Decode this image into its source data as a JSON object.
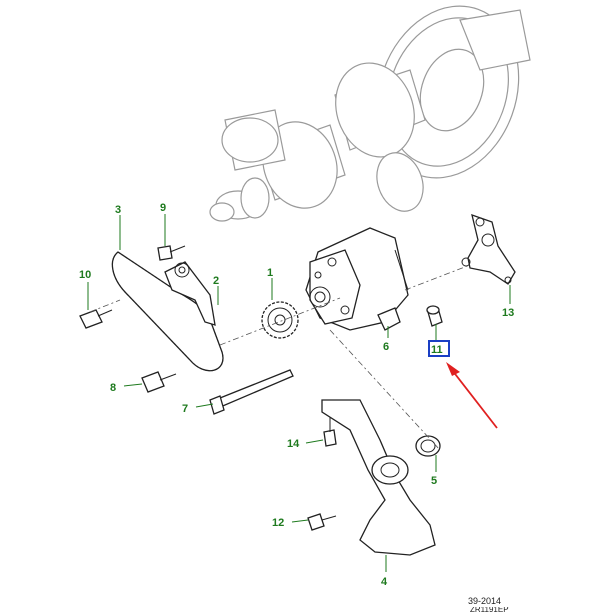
{
  "diagram": {
    "callouts": [
      {
        "id": "1",
        "label": "1"
      },
      {
        "id": "2",
        "label": "2"
      },
      {
        "id": "3",
        "label": "3"
      },
      {
        "id": "4",
        "label": "4"
      },
      {
        "id": "5",
        "label": "5"
      },
      {
        "id": "6",
        "label": "6"
      },
      {
        "id": "7",
        "label": "7"
      },
      {
        "id": "8",
        "label": "8"
      },
      {
        "id": "9",
        "label": "9"
      },
      {
        "id": "10",
        "label": "10"
      },
      {
        "id": "11",
        "label": "11",
        "highlighted": true
      },
      {
        "id": "12",
        "label": "12"
      },
      {
        "id": "13",
        "label": "13"
      },
      {
        "id": "14",
        "label": "14"
      }
    ],
    "callout_color": "#1e7a1e",
    "highlight_color": "#1a3fc4",
    "arrow_color": "#e02020"
  },
  "footer": {
    "ref_code": "39-2014",
    "drawing_code": "ZR1191EP"
  }
}
